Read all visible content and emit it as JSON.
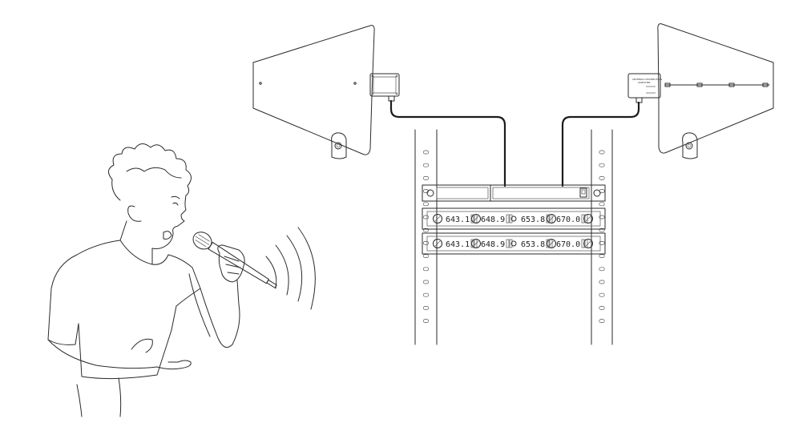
{
  "receivers": [
    {
      "channels": [
        "643.1",
        "648.9",
        "653.8",
        "670.0"
      ]
    },
    {
      "channels": [
        "643.1",
        "648.9",
        "653.8",
        "670.0"
      ]
    }
  ],
  "rack": {
    "hole_rows": 14
  },
  "colors": {
    "line": "#2a2a2a",
    "cable": "#1c1c1c",
    "background": "#ffffff"
  },
  "icons": [
    "directional-antenna-icon",
    "antenna-distribution-unit-icon",
    "handheld-microphone-icon",
    "sound-wave-icon",
    "equipment-rack-icon"
  ]
}
